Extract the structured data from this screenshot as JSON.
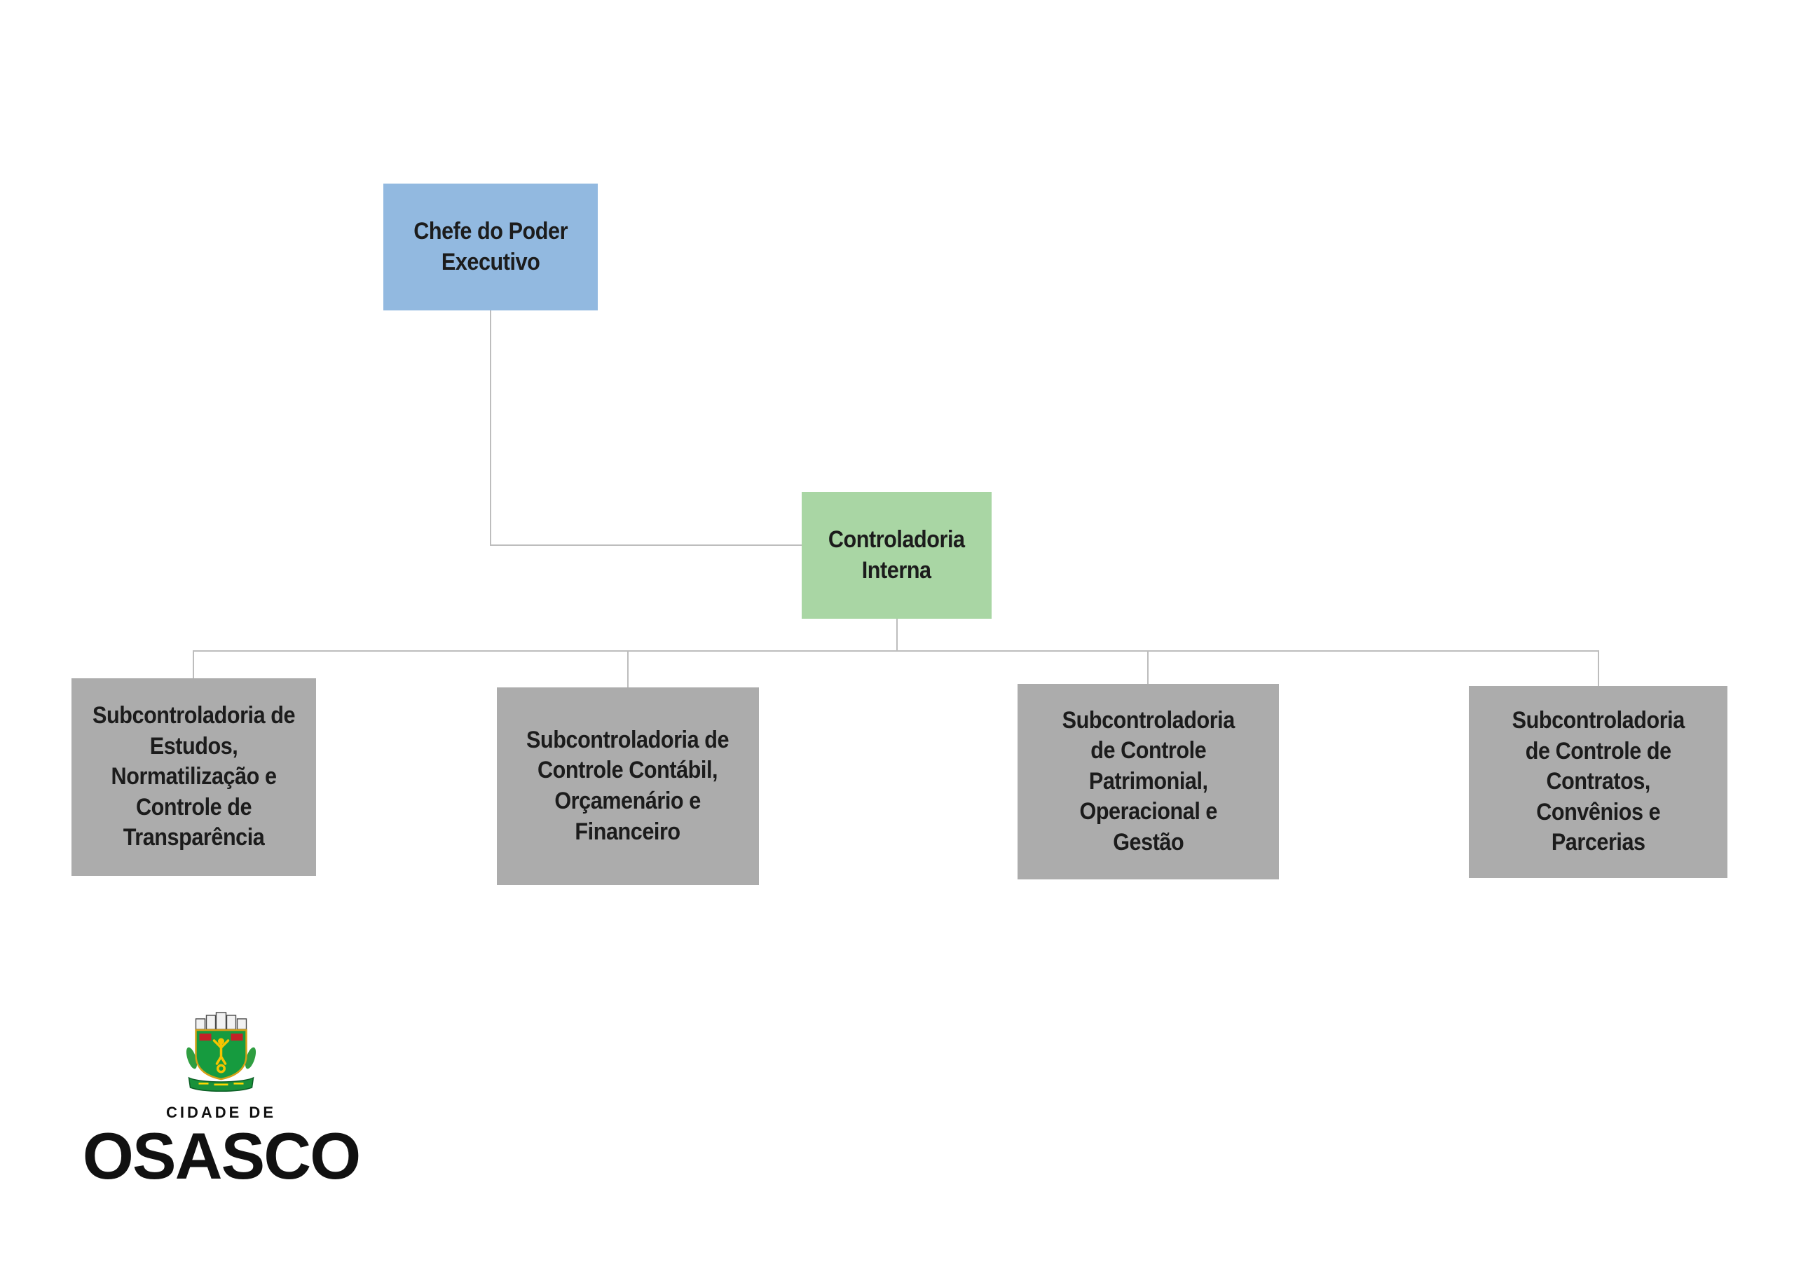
{
  "page": {
    "background": "#ffffff"
  },
  "org_chart": {
    "type": "organizational-chart",
    "line_color": "#bdbdbd",
    "text_color": "#1c1c1c",
    "root": {
      "label": "Chefe do Poder\nExecutivo",
      "color": "#92b9e0"
    },
    "level2": {
      "label": "Controladoria\nInterna",
      "color": "#a9d6a4"
    },
    "child_color": "#acacac",
    "children": [
      {
        "label": "Subcontroladoria de\nEstudos,\nNormatilização e\nControle de\nTransparência"
      },
      {
        "label": "Subcontroladoria de\nControle Contábil,\nOrçamenário e\nFinanceiro"
      },
      {
        "label": "Subcontroladoria\nde Controle\nPatrimonial,\nOperacional e\nGestão"
      },
      {
        "label": "Subcontroladoria\nde Controle de\nContratos,\nConvênios e\nParcerias"
      }
    ]
  },
  "logo": {
    "city_label": "CIDADE DE",
    "wordmark": "OSASCO",
    "crest_colors": {
      "shield_green": "#169b3f",
      "gold": "#f5c400",
      "red": "#c42127",
      "crown_silver": "#f2f2f2"
    }
  }
}
